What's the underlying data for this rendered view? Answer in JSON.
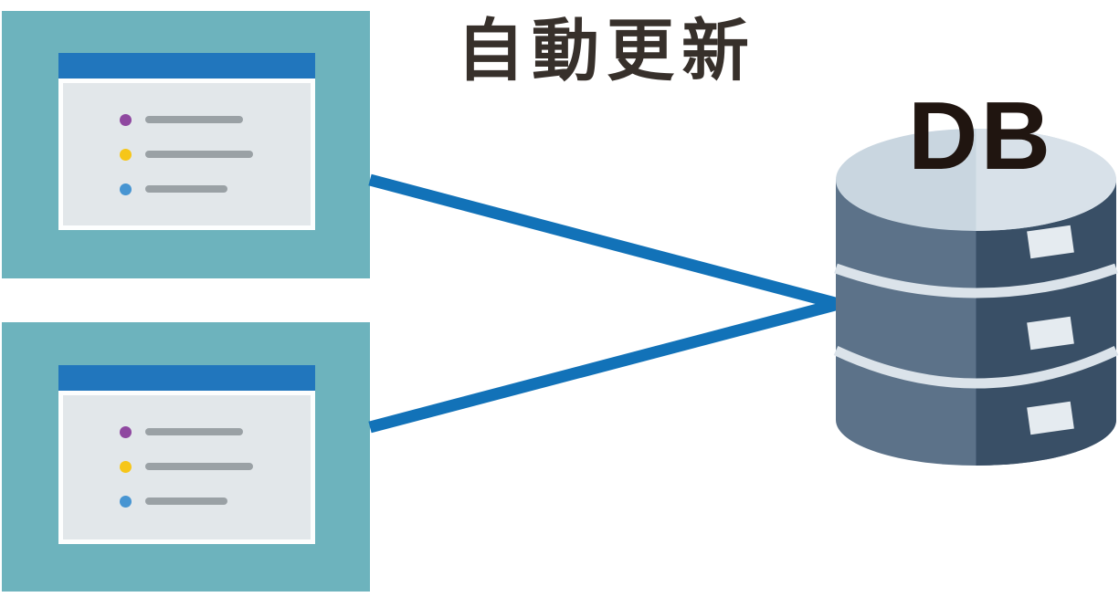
{
  "diagram": {
    "title": "自動更新",
    "database_label": "DB"
  },
  "windows": [
    {
      "id": "app-window-1",
      "list_items": [
        {
          "bullet_color": "#8f48a0"
        },
        {
          "bullet_color": "#f6c619"
        },
        {
          "bullet_color": "#4795d2"
        }
      ]
    },
    {
      "id": "app-window-2",
      "list_items": [
        {
          "bullet_color": "#8f48a0"
        },
        {
          "bullet_color": "#f6c619"
        },
        {
          "bullet_color": "#4795d2"
        }
      ]
    }
  ],
  "colors": {
    "panel_teal": "#6db3bd",
    "window_titlebar_blue": "#2176bd",
    "window_body_gray": "#e2e7ea",
    "text_line_gray": "#9aa1a5",
    "connector_blue": "#1272b8",
    "db_cylinder_light_half": "#5c7289",
    "db_cylinder_dark_half": "#394f66",
    "db_top_ellipse_left": "#c9d6e0",
    "db_top_ellipse_right": "#d8e1e9",
    "db_band_light": "#dbe3ea",
    "db_handle_light": "#e5ebf0",
    "title_text": "#37302b",
    "db_text": "#201510"
  }
}
